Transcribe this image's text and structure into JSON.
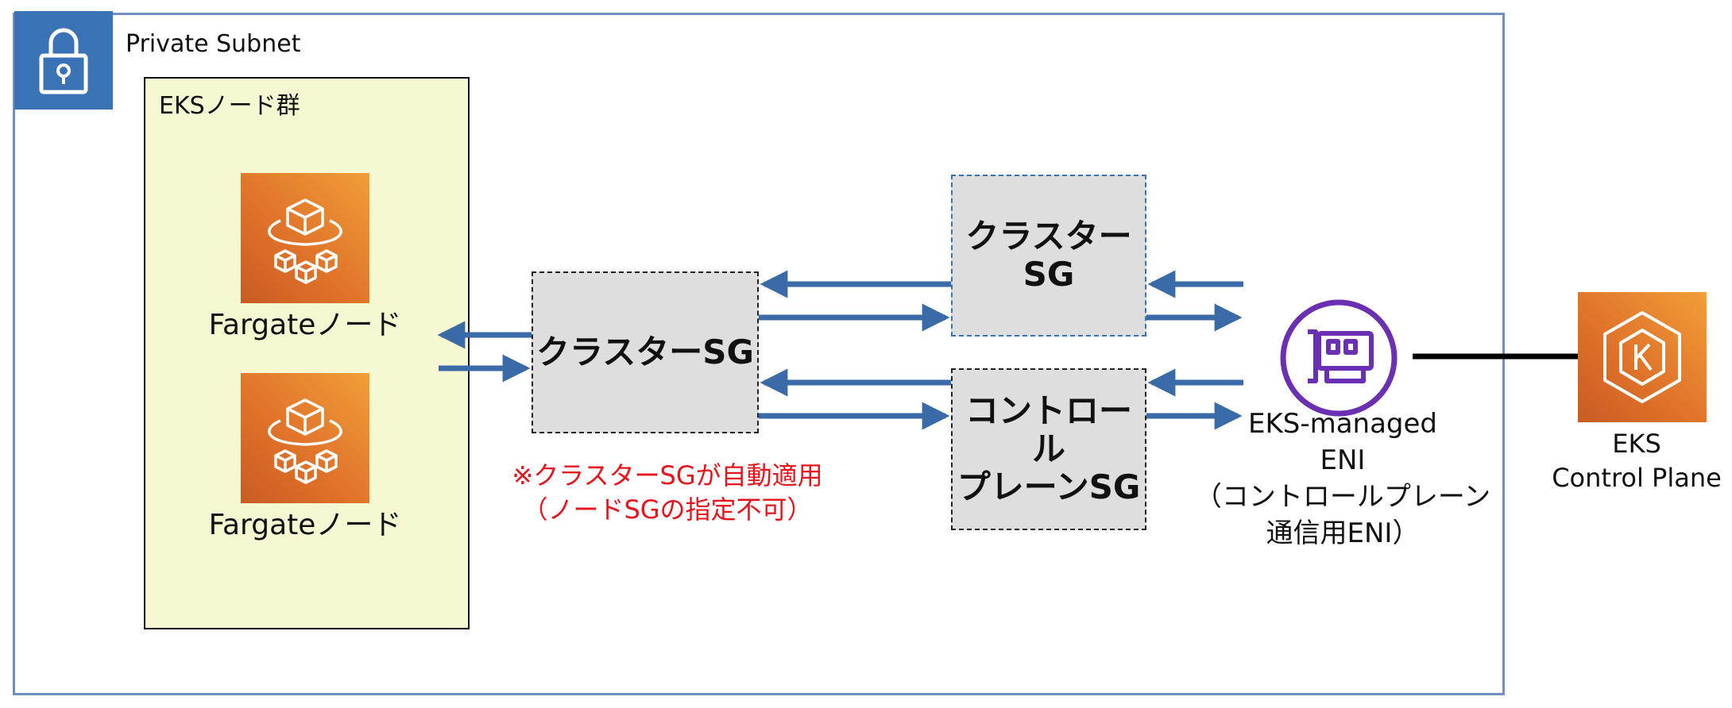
{
  "subnet": {
    "label": "Private Subnet",
    "icon": "lock-icon",
    "color": "#3a73b5"
  },
  "node_group": {
    "label": "EKSノード群",
    "background": "#f5f8d0"
  },
  "nodes": [
    {
      "label": "Fargateノード",
      "icon": "fargate-icon"
    },
    {
      "label": "Fargateノード",
      "icon": "fargate-icon"
    }
  ],
  "sg_boxes": {
    "cluster_sg_nodes": {
      "label": "クラスターSG"
    },
    "cluster_sg_cp": {
      "label": "クラスター\nSG"
    },
    "control_plane_sg": {
      "label": "コントロール\nプレーンSG"
    }
  },
  "note": {
    "line1": "※クラスターSGが自動適用",
    "line2": "（ノードSGの指定不可）",
    "color": "#e8141b"
  },
  "eni": {
    "label": "EKS-managed\nENI\n（コントロールプレーン\n通信用ENI）",
    "icon": "network-interface-icon",
    "color": "#6b2fb3"
  },
  "control_plane": {
    "label": "EKS\nControl Plane",
    "icon": "eks-icon"
  },
  "arrow_color": "#3a6aa8"
}
